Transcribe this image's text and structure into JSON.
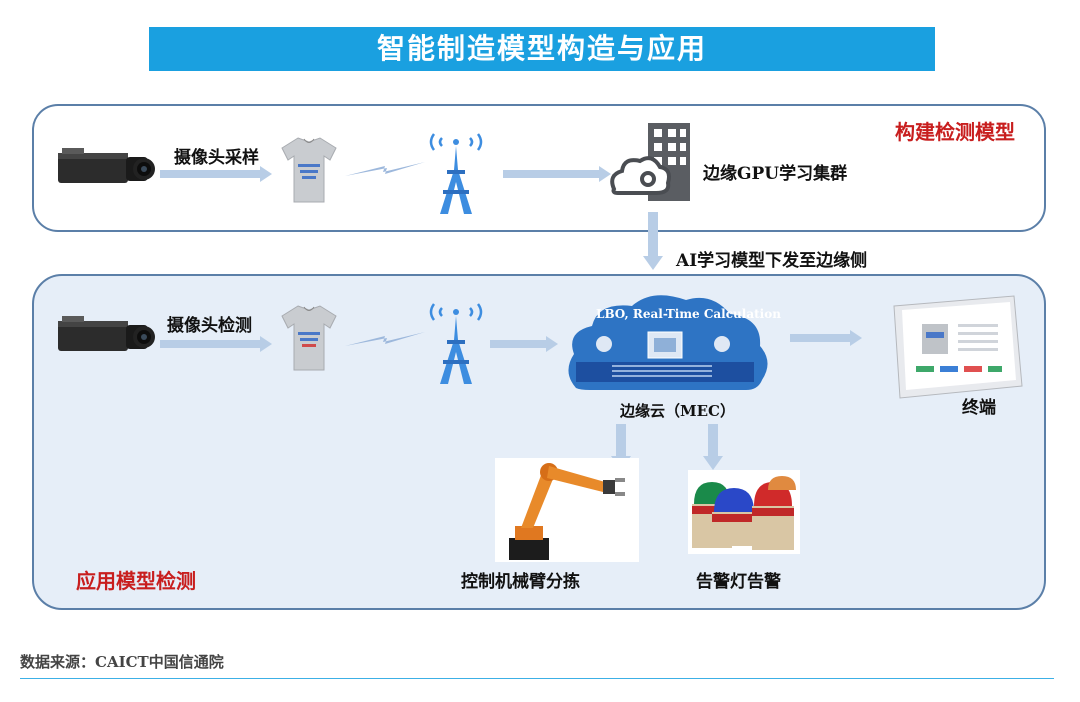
{
  "title": "智能制造模型构造与应用",
  "top_panel": {
    "label": "构建检测模型",
    "camera_caption": "摄像头采样",
    "cluster_caption": "边缘GPU学习集群"
  },
  "transfer_label": "AI学习模型下发至边缘侧",
  "bottom_panel": {
    "label": "应用模型检测",
    "camera_caption": "摄像头检测",
    "cloud_header": "LBO, Real-Time Calculation",
    "cloud_caption": "边缘云（MEC）",
    "terminal_caption": "终端",
    "robot_caption": "控制机械臂分拣",
    "alarm_caption": "告警灯告警"
  },
  "source": "数据来源：CAICT中国信通院",
  "colors": {
    "banner": "#1aa0e0",
    "panel_border": "#5b7fa8",
    "bottom_fill": "#e6eef8",
    "arrow": "#b8cde6",
    "tower": "#3d8de0",
    "red_label": "#c81e1e",
    "cloud": "#2e74c4"
  }
}
